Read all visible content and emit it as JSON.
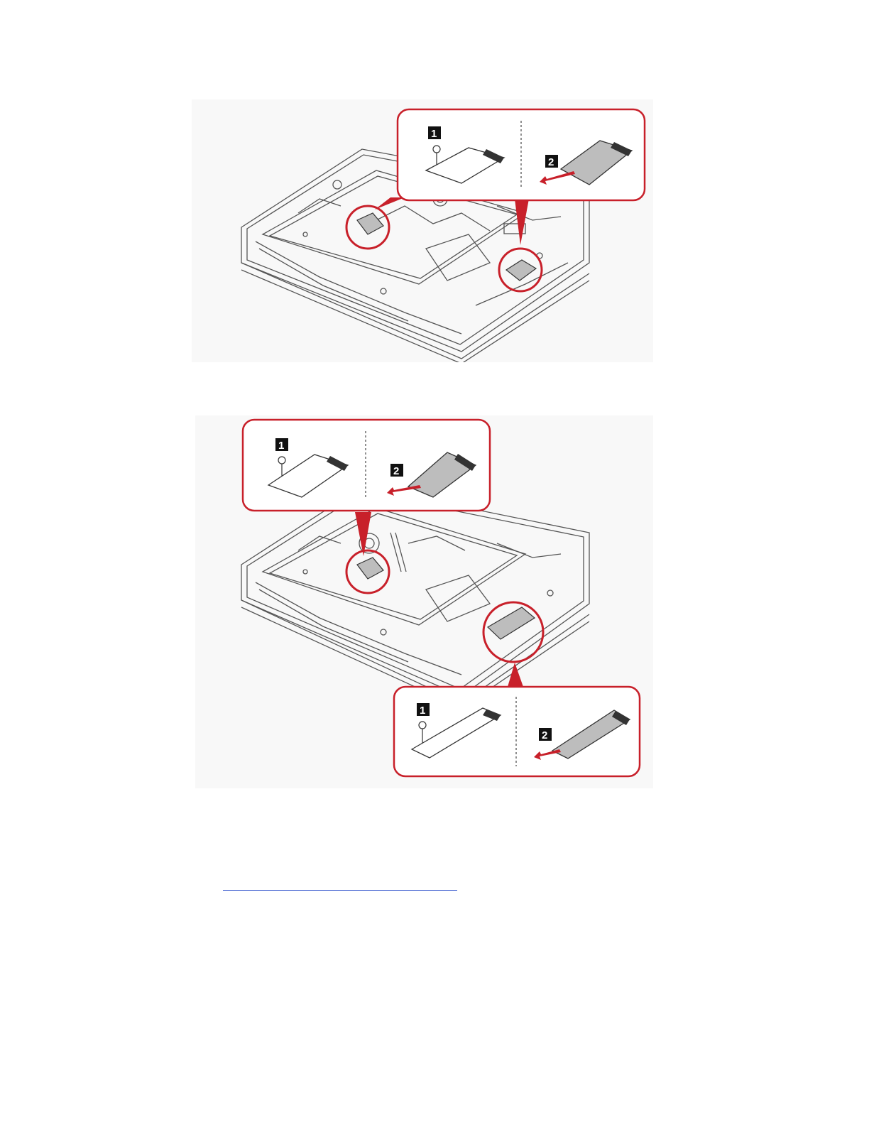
{
  "page": {
    "background": "#ffffff"
  },
  "figures": [
    {
      "id": "figure-top",
      "callouts": [
        {
          "position": "top-right",
          "panels": [
            {
              "step": "1",
              "action": "remove-screw"
            },
            {
              "step": "2",
              "action": "slide-out-card"
            }
          ]
        }
      ],
      "highlight_count": 2
    },
    {
      "id": "figure-bottom",
      "callouts": [
        {
          "position": "top-left",
          "panels": [
            {
              "step": "1",
              "action": "remove-screw"
            },
            {
              "step": "2",
              "action": "slide-out-card"
            }
          ]
        },
        {
          "position": "bottom-right",
          "panels": [
            {
              "step": "1",
              "action": "remove-screw"
            },
            {
              "step": "2",
              "action": "slide-out-card"
            }
          ]
        }
      ],
      "highlight_count": 2
    }
  ],
  "colors": {
    "callout_red": "#c8202a",
    "line_gray": "#555555",
    "step_badge": "#111111",
    "card_fill": "#bdbdbd",
    "link_blue": "#3355cc"
  },
  "labels": {
    "step1": "1",
    "step2": "2"
  }
}
